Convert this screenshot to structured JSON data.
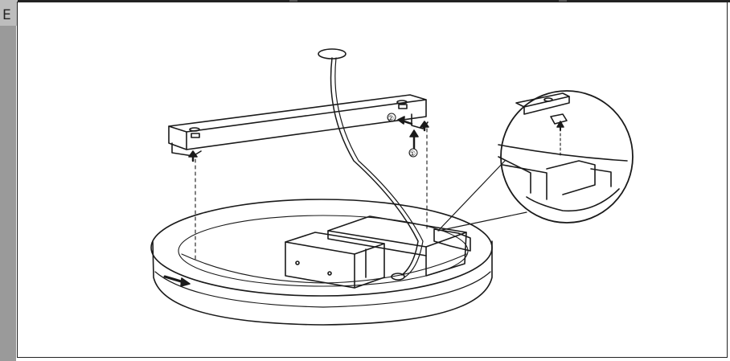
{
  "step": {
    "letter": "E"
  },
  "callouts": {
    "one": "①",
    "two": "②"
  },
  "colors": {
    "line": "#1a1a1a",
    "bar": "#9a9a9a",
    "tab": "#bdbdbd"
  },
  "icons": [
    "arrow-up-icon",
    "arrow-left-icon",
    "arrow-right-icon"
  ]
}
